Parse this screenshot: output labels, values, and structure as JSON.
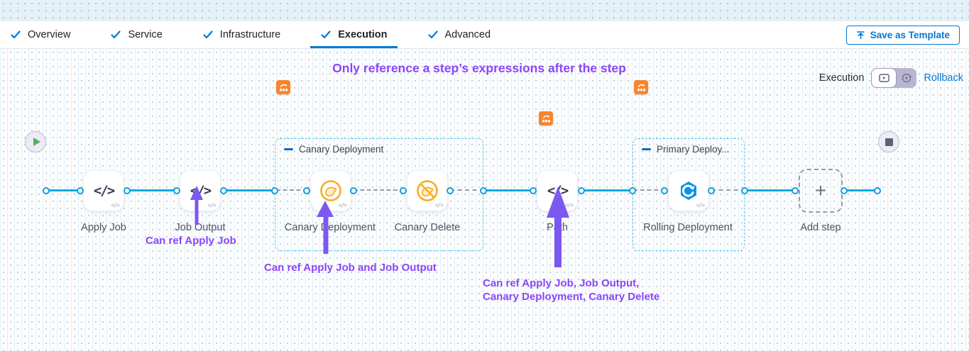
{
  "header": {
    "tabs": [
      {
        "label": "Overview",
        "checked": true,
        "active": false
      },
      {
        "label": "Service",
        "checked": true,
        "active": false
      },
      {
        "label": "Infrastructure",
        "checked": true,
        "active": false
      },
      {
        "label": "Execution",
        "checked": true,
        "active": true
      },
      {
        "label": "Advanced",
        "checked": true,
        "active": false
      }
    ],
    "save_as_template_label": "Save as Template"
  },
  "canvas": {
    "annotation_title": "Only reference a step’s expressions after the step",
    "execution_toggle": {
      "label": "Execution",
      "rollback_label": "Rollback"
    },
    "steps": [
      {
        "label": "Apply Job",
        "icon": "code-icon"
      },
      {
        "label": "Job Output",
        "icon": "code-icon"
      },
      {
        "label": "Canary Deployment",
        "icon": "canary-icon"
      },
      {
        "label": "Canary Delete",
        "icon": "canary-delete-icon"
      },
      {
        "label": "Path",
        "icon": "code-icon"
      },
      {
        "label": "Rolling Deployment",
        "icon": "rolling-deployment-icon"
      }
    ],
    "groups": [
      {
        "label": "Canary Deployment"
      },
      {
        "label": "Primary Deploy..."
      }
    ],
    "add_step_label": "Add step",
    "annotations": [
      {
        "text": "Can ref Apply Job"
      },
      {
        "text": "Can ref Apply Job and Job Output"
      },
      {
        "line1": "Can ref Apply Job, Job Output,",
        "line2": "Canary Deployment, Canary Delete"
      }
    ]
  },
  "icons": {
    "code_glyph": "</>"
  },
  "colors": {
    "accent_blue": "#0278d5",
    "edge_cyan": "#12a9e2",
    "group_border": "#57c6ee",
    "annotation_purple": "#8a45fb",
    "arrow_purple": "#7d58f0",
    "badge_orange": "#f8842c",
    "canary_orange": "#fbab1e",
    "rolling_blue": "#0a93e8"
  }
}
